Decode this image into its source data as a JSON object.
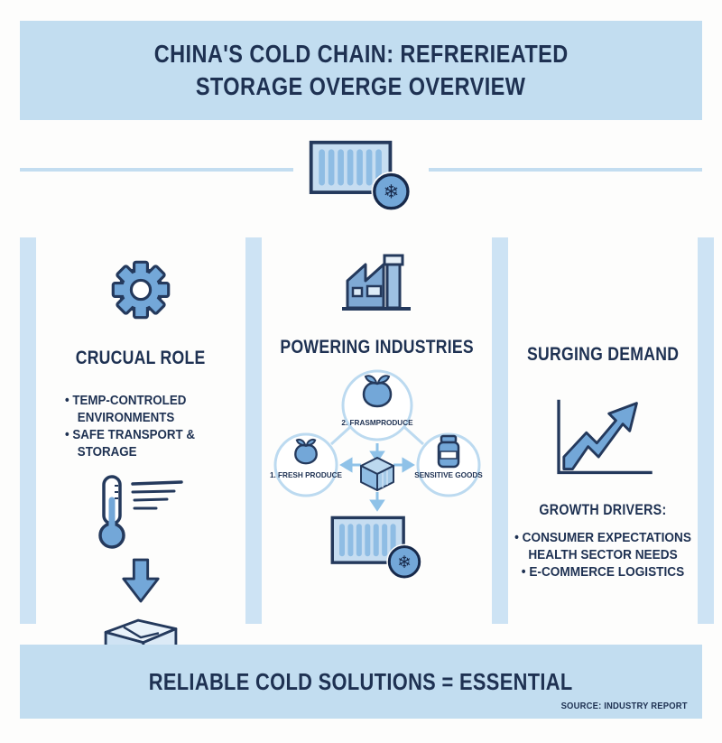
{
  "header": {
    "title_line1": "CHINA'S COLD CHAIN: REFRERIEATED",
    "title_line2": "STORAGE OVERGE OVERVIEW"
  },
  "columns": [
    {
      "heading": "CRUCUAL ROLE",
      "bullets": [
        "TEMP-CONTROLED ENVIRONMENTS",
        "SAFE TRANSPORT & STORAGE"
      ]
    },
    {
      "heading": "POWERING INDUSTRIES",
      "diagram": {
        "top_label": "2. FRASMPRODUCE",
        "left_label": "1. FRESH PRODUCE",
        "right_label": "SENSITIVE GOODS"
      }
    },
    {
      "heading": "SURGING DEMAND",
      "subheading": "GROWTH DRIVERS:",
      "bullets": [
        "CONSUMER EXPECTATIONS HEALTH SECTOR NEEDS",
        "E-COMMERCE LOGISTICS"
      ]
    }
  ],
  "footer": {
    "title": "RELIABLE COLD SOLUTIONS = ESSENTIAL",
    "source": "SOURCE: INDUSTRY REPORT"
  },
  "icons": {
    "snowflake_glyph": "❄"
  },
  "colors": {
    "band_blue": "#c2ddf0",
    "navy": "#1e3152",
    "icon_blue": "#73a7d8",
    "light_bar_blue": "#cde3f4",
    "stripe_blue": "#8fbde4",
    "circle_stroke_blue": "#bcdaf0"
  }
}
